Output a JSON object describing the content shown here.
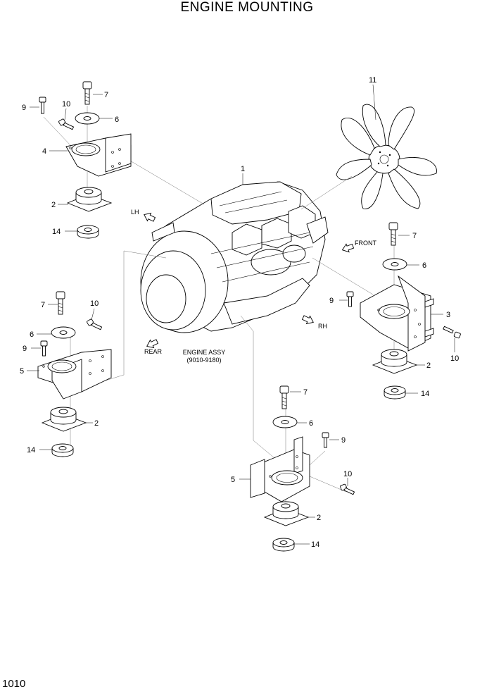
{
  "title": "ENGINE MOUNTING",
  "page_number": "1010",
  "engine": {
    "callout": "1",
    "name": "ENGINE ASSY",
    "serial_range": "(9010-9180)"
  },
  "fan": {
    "callout": "11"
  },
  "directions": {
    "lh": "LH",
    "rh": "RH",
    "front": "FRONT",
    "rear": "REAR"
  },
  "callouts": {
    "tl": {
      "bolt": "7",
      "washer": "6",
      "bolt_short": "9",
      "bolt_small": "10",
      "bracket": "4",
      "mount": "2",
      "stopper": "14"
    },
    "ml": {
      "bolt": "7",
      "washer": "6",
      "bolt_short": "9",
      "bolt_small": "10",
      "bracket": "5",
      "mount": "2",
      "stopper": "14"
    },
    "r": {
      "bolt": "7",
      "washer": "6",
      "bolt_short": "9",
      "bolt_small": "10",
      "bracket": "3",
      "mount": "2",
      "stopper": "14"
    },
    "b": {
      "bolt": "7",
      "washer": "6",
      "bolt_short": "9",
      "bolt_small": "10",
      "bracket": "5",
      "mount": "2",
      "stopper": "14"
    }
  }
}
